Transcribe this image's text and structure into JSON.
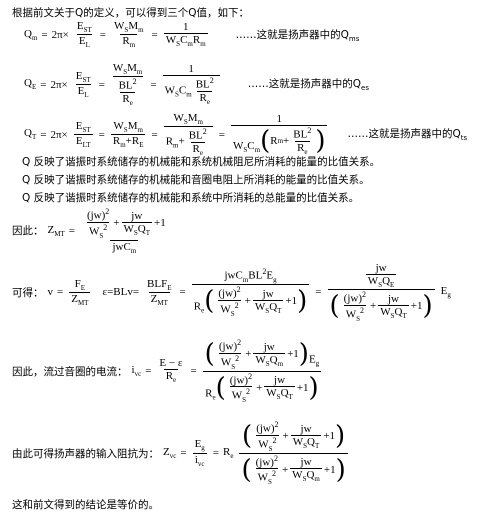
{
  "intro": "根据前文关于Q的定义，可以得到三个Q值，如下：",
  "eq_qm": {
    "lhs": "Q",
    "lhs_sub": "m",
    "note": "……这就是扬声器中的Q",
    "note_sub": "ms"
  },
  "eq_qe": {
    "lhs": "Q",
    "lhs_sub": "E",
    "note": "……这就是扬声器中的Q",
    "note_sub": "es"
  },
  "eq_qt": {
    "lhs": "Q",
    "lhs_sub": "T",
    "note": "……这就是扬声器中的Q",
    "note_sub": "ts"
  },
  "desc_qm": "Q 反映了谐振时系统储存的机械能和系统机械阻尼所消耗的能量的比值关系。",
  "desc_qe": "Q 反映了谐振时系统储存的机械能和音圈电阻上所消耗的能量的比值关系。",
  "desc_qt": "Q 反映了谐振时系统储存的机械能和系统中所消耗的总能量的比值关系。",
  "label_therefore": "因此：",
  "label_obtain": "可得：",
  "label_current": "因此，流过音圈的电流：",
  "label_impedance": "由此可得扬声器的输入阻抗为：",
  "conclusion": "这和前文得到的结论是等价的。",
  "sym": {
    "two_pi": "2π×",
    "Est": "E",
    "Est_sub": "ST",
    "El": "E",
    "El_sub": "L",
    "Elt": "E",
    "Elt_sub": "LT",
    "Ws": "W",
    "Ws_sub": "S",
    "Mm": "M",
    "Mm_sub": "m",
    "Rm": "R",
    "Rm_sub": "m",
    "Cm": "C",
    "Cm_sub": "m",
    "one": "1",
    "BL2": "BL",
    "Re": "R",
    "Re_sub": "e",
    "plus": "+",
    "eq": "=",
    "jw": "(jw)",
    "jw2": "jw",
    "Zmt": "Z",
    "Zmt_sub": "MT",
    "v": "v",
    "F": "F",
    "F_sub": "E",
    "eps": "ε=BLv=",
    "BLF": "BLF",
    "jwCmBL2": "jwC",
    "Eg": "E",
    "Eg_sub": "g",
    "i": "i",
    "i_sub": "vc",
    "Zvc": "Z",
    "Zvc_sub": "vc",
    "minus_eps": "E − ε",
    "Qt": "Q",
    "Qt_sub": "T",
    "Qe": "Q",
    "Qe_sub": "E",
    "Qm": "Q",
    "Qm_sub": "m"
  }
}
